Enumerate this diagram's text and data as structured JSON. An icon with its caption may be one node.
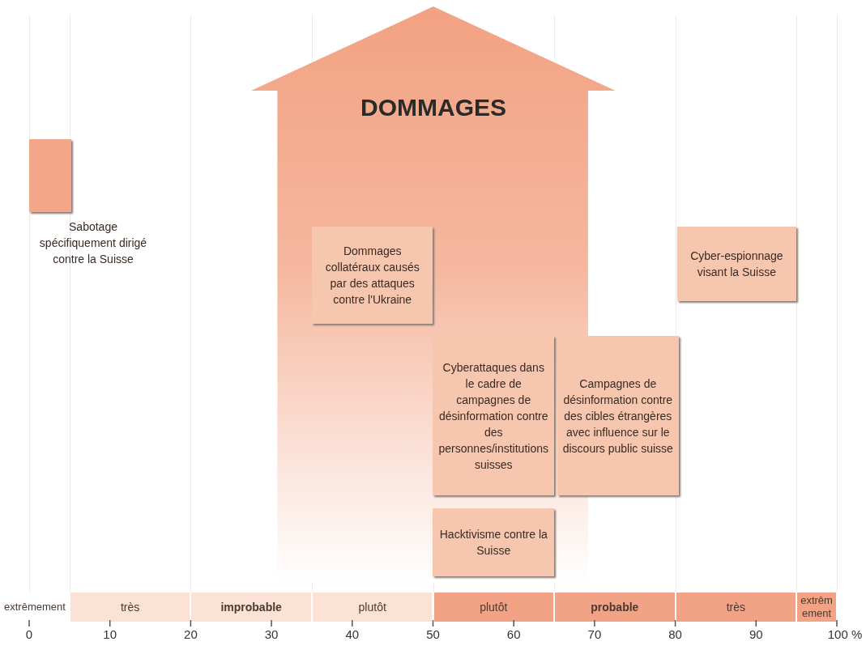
{
  "diagram": {
    "nodes": [
      {
        "text": [
          "DOMMAGES"
        ]
      },
      {
        "text": [
          "Sabotage spécifiquement dirigé contre la Suisse"
        ]
      },
      {
        "text": [
          "Dommages collatéraux causés par des attaques contre l'Ukraine"
        ],
        "in": 0
      },
      {
        "text": [
          "Cyber-espionnage visant la Suisse"
        ]
      },
      {
        "text": [
          "Cyberattaques dans le cadre de campagnes de désinformation contre des personnes/institutions suisses"
        ],
        "in": 0
      },
      {
        "text": [
          "Campagnes de désinformation contre des cibles étrangères avec influence sur le discours public suisse"
        ]
      },
      {
        "text": [
          "Hacktivisme contre la Suisse"
        ],
        "in": 0
      },
      {
        "text": [
          "extrêmement"
        ]
      },
      {
        "text": [
          "très"
        ]
      },
      {
        "text": [
          "improbable"
        ]
      },
      {
        "text": [
          "plutôt"
        ]
      },
      {
        "text": [
          "plutôt"
        ]
      },
      {
        "text": [
          "probable"
        ]
      },
      {
        "text": [
          "très"
        ]
      },
      {
        "text": [
          "extrêmement"
        ]
      }
    ],
    "edges": [],
    "labels": [
      "0",
      "10",
      "20",
      "30",
      "40",
      "50",
      "60",
      "70",
      "80",
      "90",
      "100 %"
    ]
  }
}
